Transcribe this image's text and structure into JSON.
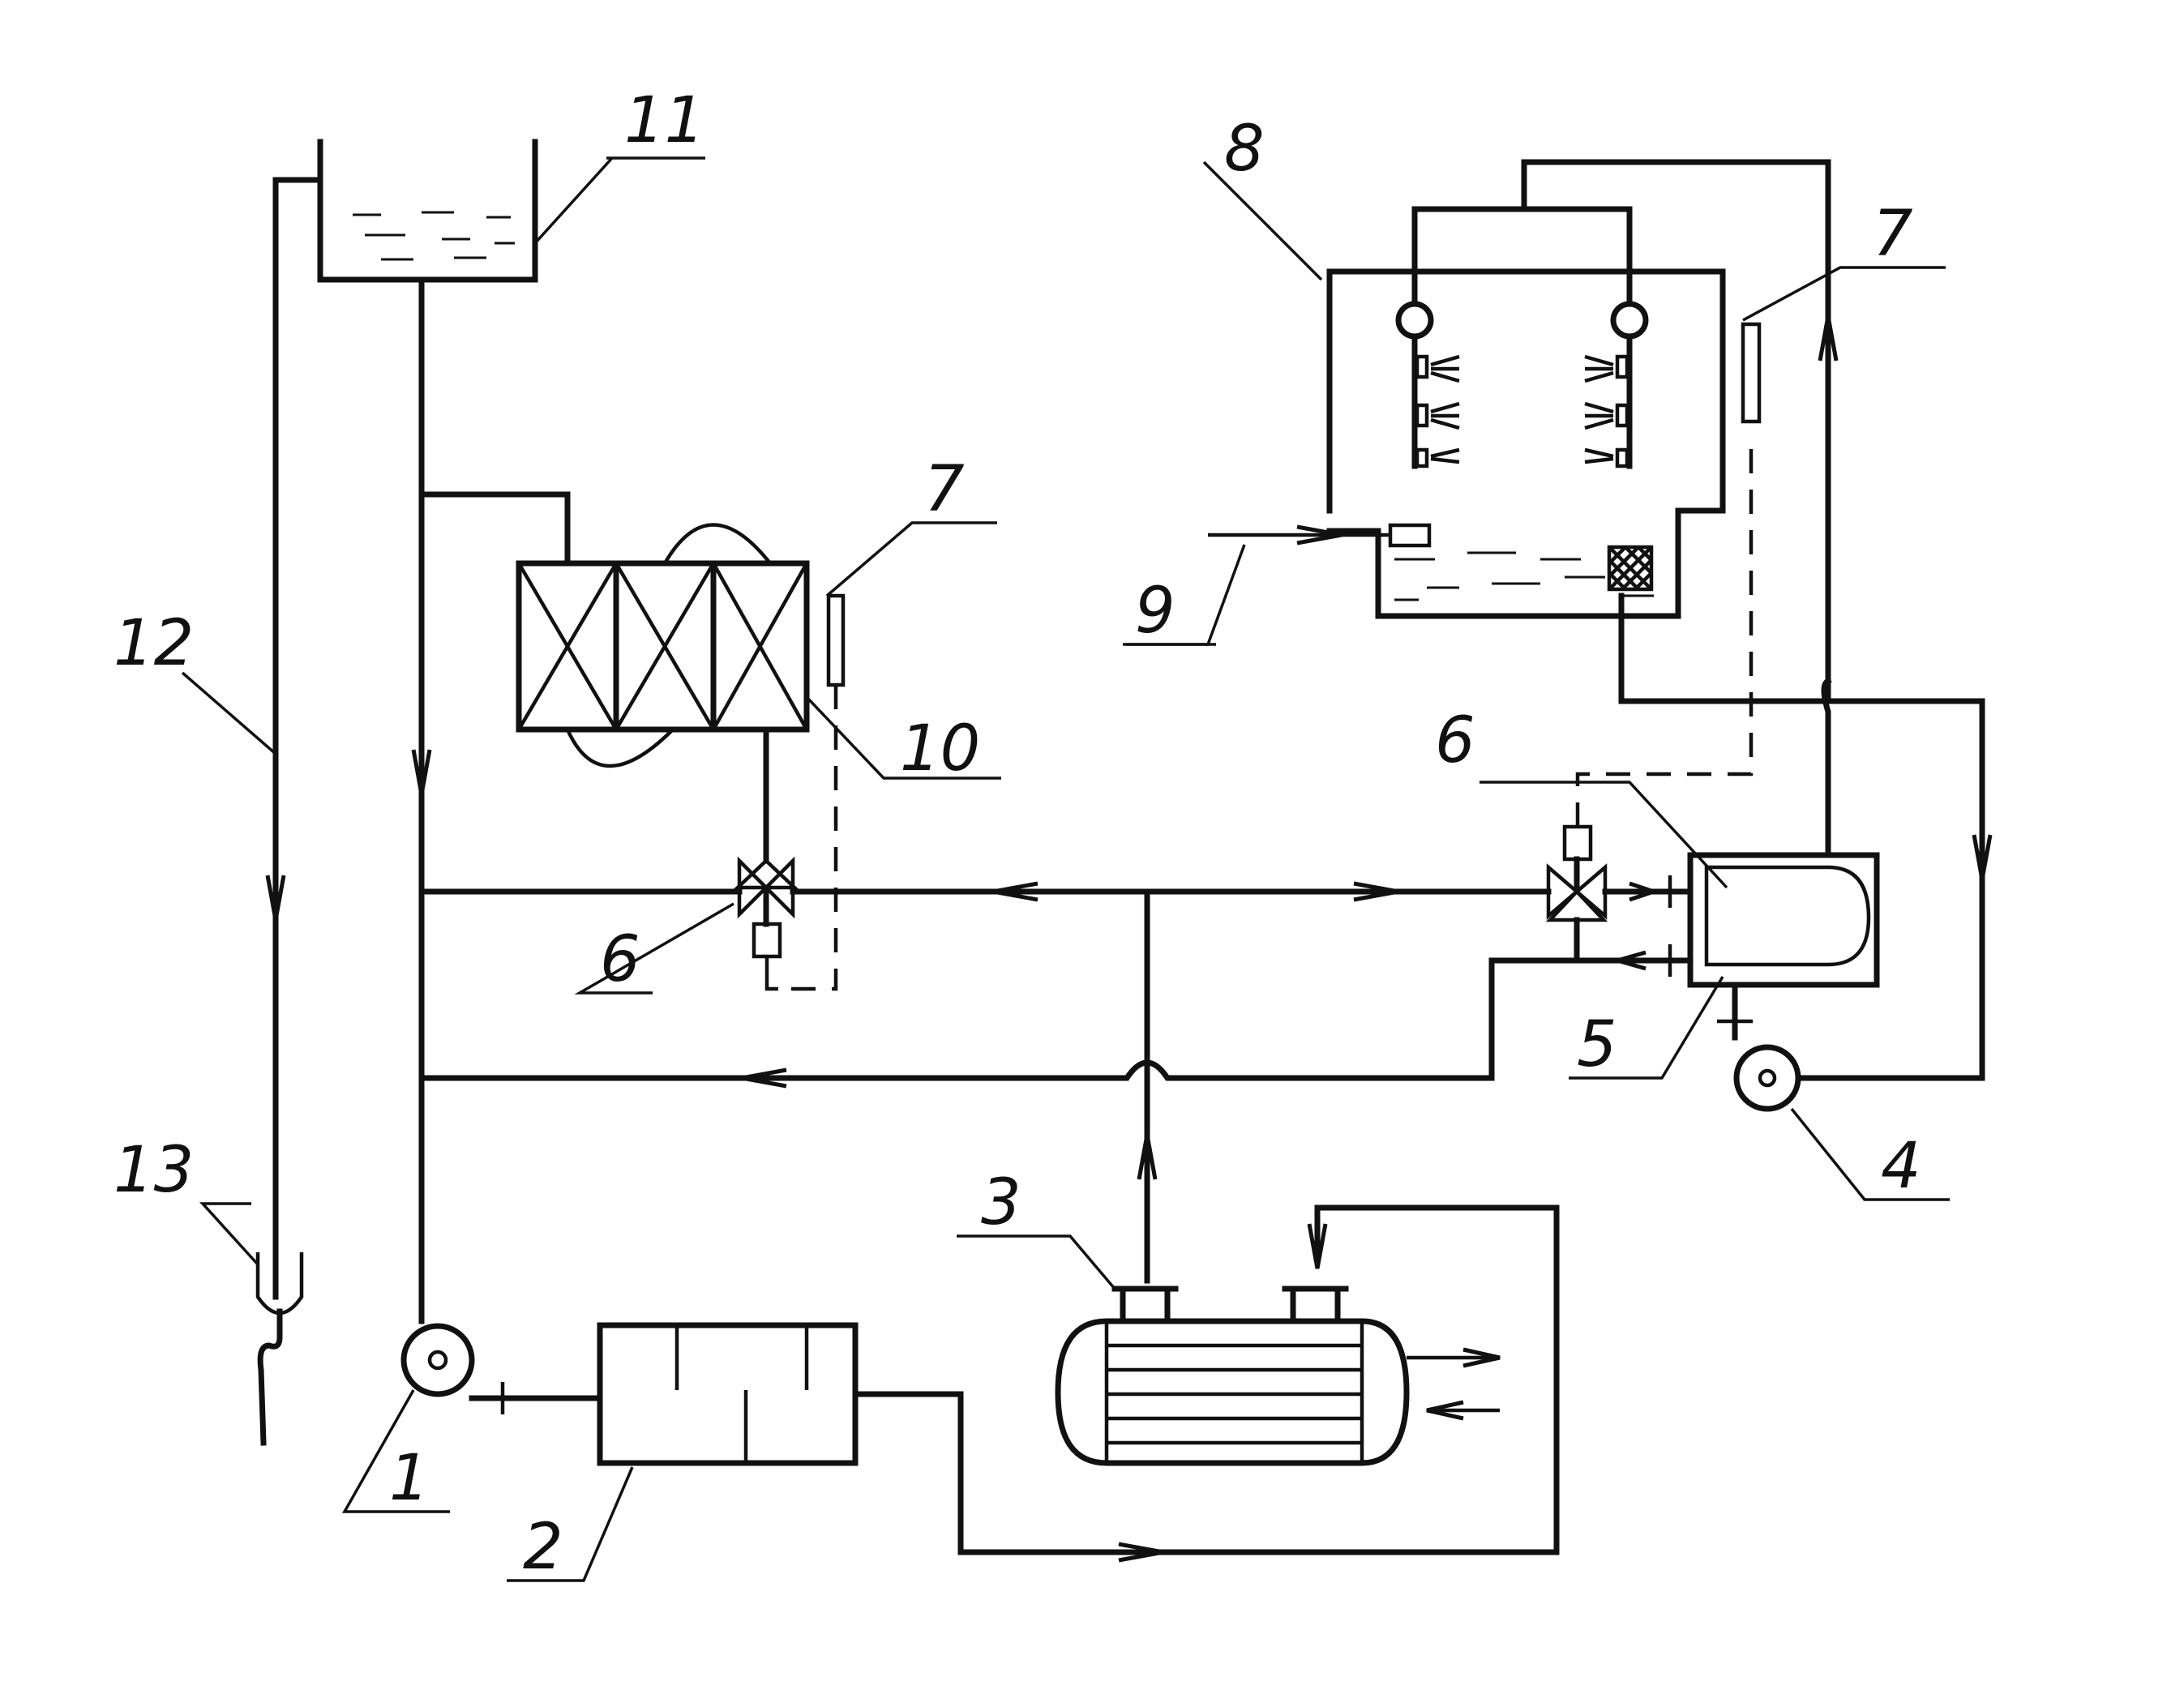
{
  "labels": {
    "pump_1": "1",
    "unit_2": "2",
    "unit_3": "3",
    "pump_4": "4",
    "unit_5": "5",
    "valve_6_left": "6",
    "valve_6_right": "6",
    "sensor_7_left": "7",
    "sensor_7_right": "7",
    "chamber_8": "8",
    "inlet_9": "9",
    "coil_10": "10",
    "tank_11": "11",
    "pipe_12": "12",
    "drain_13": "13"
  }
}
